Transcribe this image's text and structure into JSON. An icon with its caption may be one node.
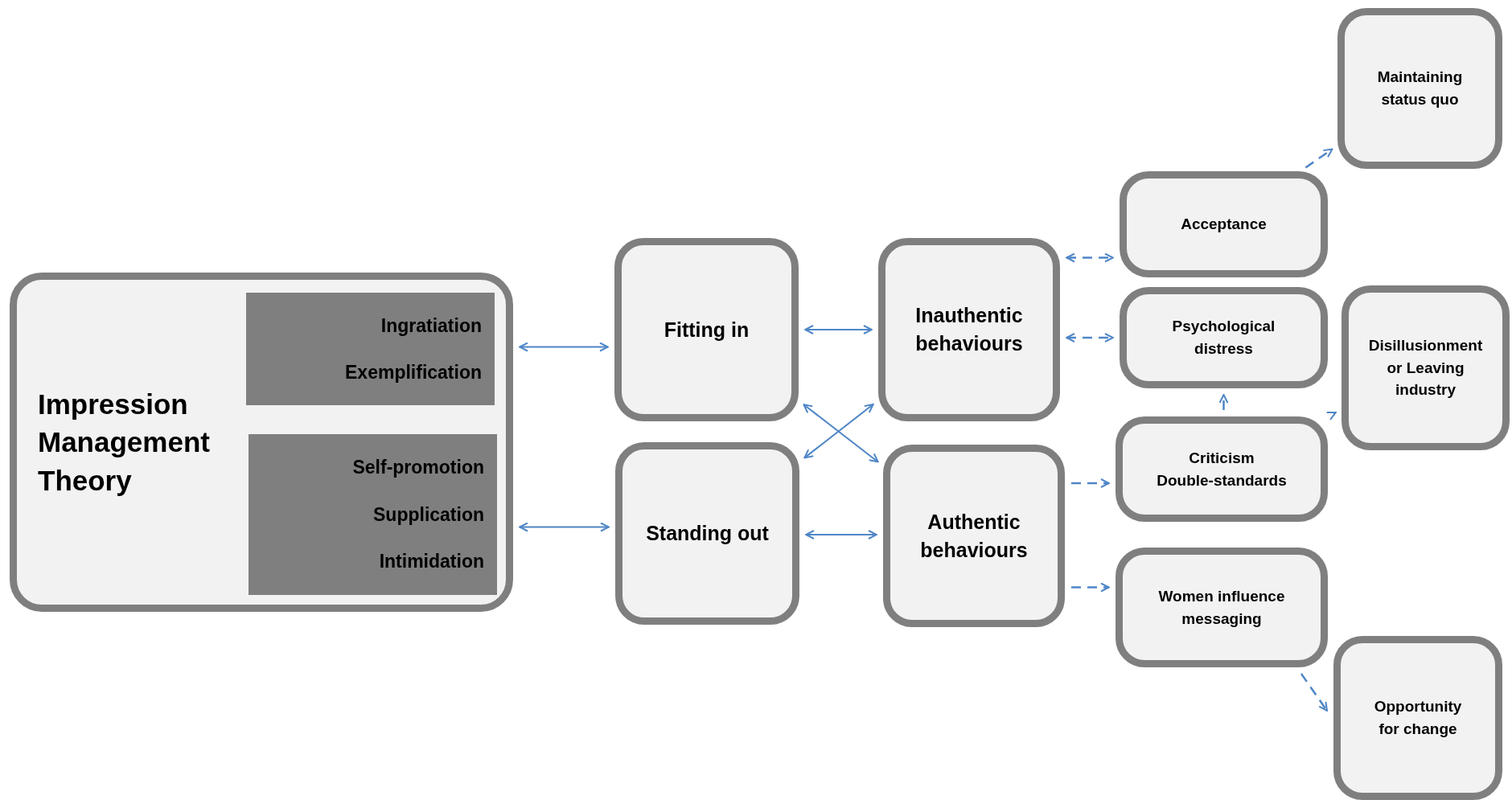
{
  "diagram": {
    "nodes": [
      {
        "text": [
          "Impression Management Theory"
        ]
      },
      {
        "text": [
          "Ingratiation",
          "Exemplification"
        ],
        "in": 0
      },
      {
        "text": [
          "Self-promotion",
          "Supplication",
          "Intimidation"
        ],
        "in": 0
      },
      {
        "text": [
          "Fitting in"
        ]
      },
      {
        "text": [
          "Standing out"
        ]
      },
      {
        "text": [
          "Inauthentic behaviours"
        ]
      },
      {
        "text": [
          "Authentic behaviours"
        ]
      },
      {
        "text": [
          "Acceptance"
        ]
      },
      {
        "text": [
          "Psychological distress"
        ]
      },
      {
        "text": [
          "Criticism",
          "Double-standards"
        ]
      },
      {
        "text": [
          "Women influence messaging"
        ]
      },
      {
        "text": [
          "Maintaining status quo"
        ]
      },
      {
        "text": [
          "Disillusionment or Leaving industry"
        ]
      },
      {
        "text": [
          "Opportunity for change"
        ]
      }
    ],
    "edges": [
      {
        "from": 0,
        "to": 3,
        "arrow": "both"
      },
      {
        "from": 0,
        "to": 4,
        "arrow": "both"
      },
      {
        "from": 3,
        "to": 5,
        "arrow": "both"
      },
      {
        "from": 4,
        "to": 6,
        "arrow": "both"
      },
      {
        "from": 3,
        "to": 6,
        "arrow": "both"
      },
      {
        "from": 4,
        "to": 5,
        "arrow": "both"
      },
      {
        "from": 5,
        "to": 7,
        "arrow": "both",
        "style": "dashed"
      },
      {
        "from": 5,
        "to": 8,
        "arrow": "both",
        "style": "dashed"
      },
      {
        "from": 6,
        "to": 9,
        "arrow": "to",
        "style": "dashed"
      },
      {
        "from": 6,
        "to": 10,
        "arrow": "to",
        "style": "dashed"
      },
      {
        "from": 9,
        "to": 8,
        "arrow": "to",
        "style": "dashed"
      },
      {
        "from": 9,
        "to": 12,
        "arrow": "to",
        "style": "dashed"
      },
      {
        "from": 7,
        "to": 11,
        "arrow": "to",
        "style": "dashed"
      },
      {
        "from": 10,
        "to": 13,
        "arrow": "to",
        "style": "dashed"
      }
    ]
  }
}
